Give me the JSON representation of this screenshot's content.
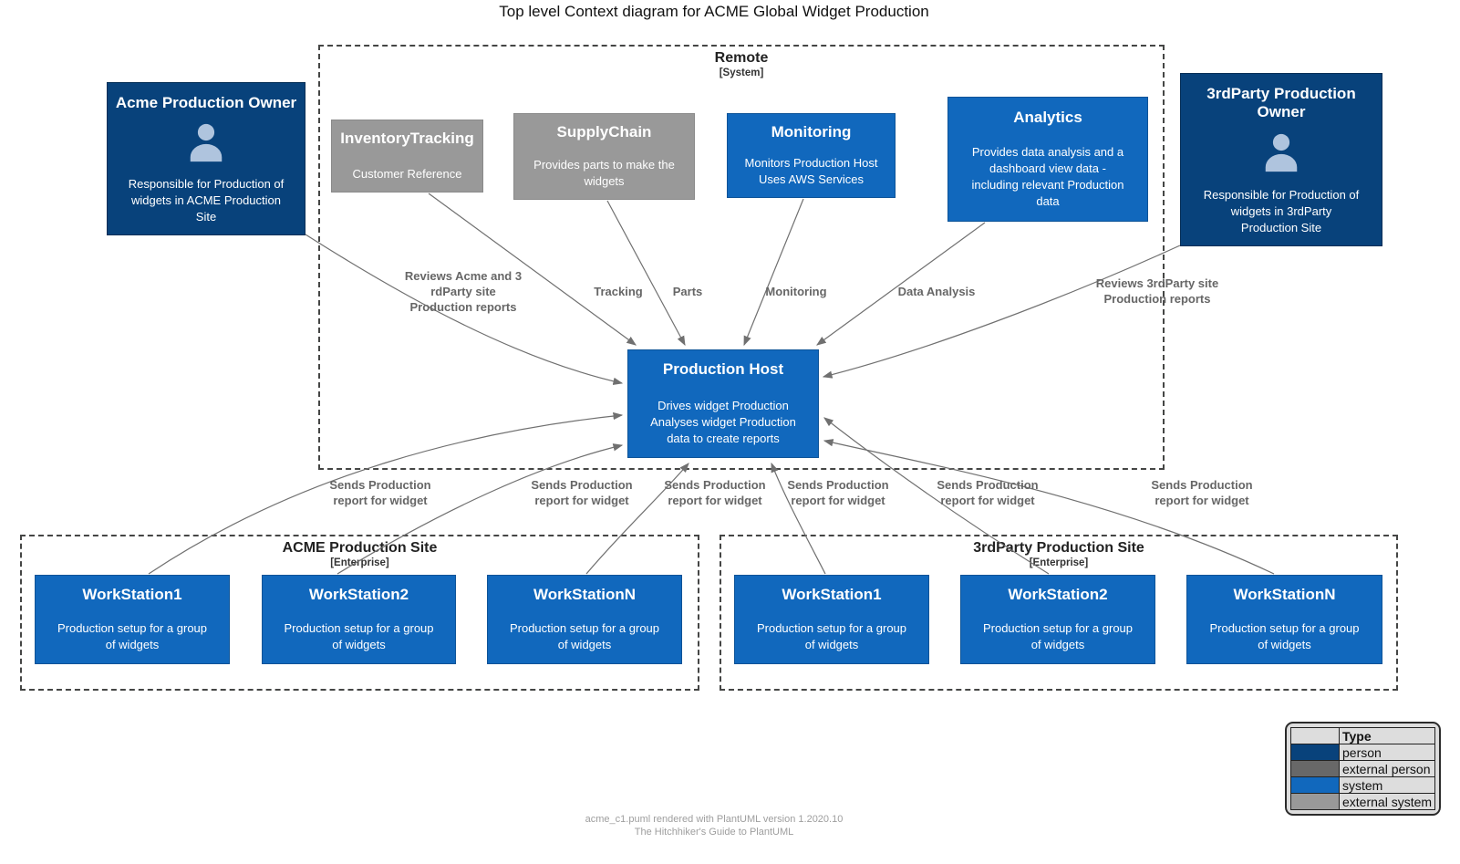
{
  "title": "Top level Context diagram for ACME Global Widget Production",
  "boundaries": {
    "remote": {
      "name": "Remote",
      "tag": "[System]"
    },
    "acme_site": {
      "name": "ACME Production Site",
      "tag": "[Enterprise]"
    },
    "third_site": {
      "name": "3rdParty Production Site",
      "tag": "[Enterprise]"
    }
  },
  "nodes": {
    "acme_owner": {
      "title": "Acme Production Owner",
      "desc": "Responsible for Production of\nwidgets in ACME Production\nSite"
    },
    "third_owner": {
      "title": "3rdParty Production\nOwner",
      "desc": "Responsible for Production of\nwidgets in 3rdParty\nProduction Site"
    },
    "inventory": {
      "title": "InventoryTracking",
      "desc": "Customer Reference"
    },
    "supply": {
      "title": "SupplyChain",
      "desc": "Provides parts to make the\nwidgets"
    },
    "monitoring": {
      "title": "Monitoring",
      "desc": "Monitors Production Host\nUses AWS Services"
    },
    "analytics": {
      "title": "Analytics",
      "desc": "Provides data analysis and a\ndashboard view data -\nincluding relevant Production\ndata"
    },
    "host": {
      "title": "Production Host",
      "desc": "Drives widget Production\nAnalyses widget Production\ndata to create reports"
    },
    "ws1": {
      "title": "WorkStation1",
      "desc": "Production setup for a group\nof widgets"
    },
    "ws2": {
      "title": "WorkStation2",
      "desc": "Production setup for a group\nof widgets"
    },
    "wsn": {
      "title": "WorkStationN",
      "desc": "Production setup for a group\nof widgets"
    }
  },
  "edges": {
    "reviews_acme": "Reviews Acme and 3\nrdParty site\nProduction reports",
    "tracking": "Tracking",
    "parts": "Parts",
    "monitoring": "Monitoring",
    "data_analysis": "Data Analysis",
    "reviews_3rd": "Reviews 3rdParty site\nProduction reports",
    "sends": "Sends Production\nreport for widget"
  },
  "legend": {
    "header": "Type",
    "rows": [
      {
        "label": "person",
        "color": "#08427B"
      },
      {
        "label": "external person",
        "color": "#686868"
      },
      {
        "label": "system",
        "color": "#1168BD"
      },
      {
        "label": "external system",
        "color": "#999999"
      }
    ]
  },
  "footer": {
    "line1": "acme_c1.puml rendered with PlantUML version 1.2020.10",
    "line2": "The Hitchhiker's Guide to PlantUML"
  },
  "colors": {
    "person": "#08427B",
    "external_person": "#686868",
    "system": "#1168BD",
    "external_system": "#999999",
    "person_icon": "#AFC4DE",
    "arrow": "#707070",
    "edge_label": "#666666",
    "boundary_border": "#454645"
  }
}
